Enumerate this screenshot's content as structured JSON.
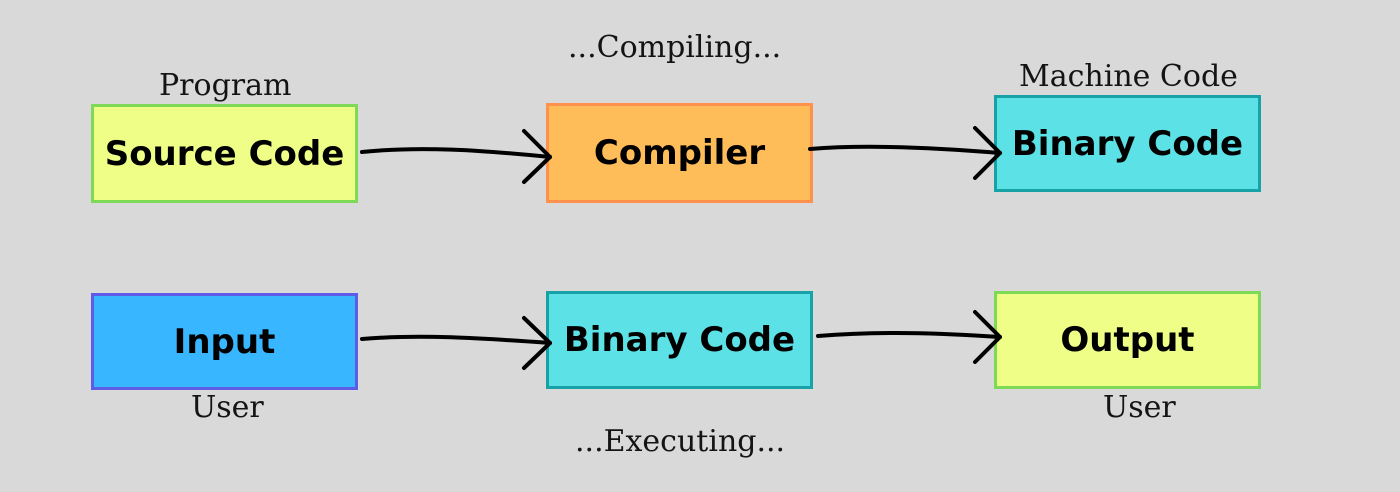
{
  "top_row": {
    "source": {
      "label": "Source Code",
      "caption": "Program",
      "fill": "#eefe86",
      "stroke": "#7ed957"
    },
    "compiler": {
      "label": "Compiler",
      "caption": "...Compiling...",
      "fill": "#ffbd59",
      "stroke": "#ff914d"
    },
    "binary": {
      "label": "Binary Code",
      "caption": "Machine Code",
      "fill": "#5ce1e6",
      "stroke": "#17a2a8"
    }
  },
  "bottom_row": {
    "input": {
      "label": "Input",
      "caption": "User",
      "fill": "#38b6ff",
      "stroke": "#5e5ce6"
    },
    "binary": {
      "label": "Binary Code",
      "caption": "...Executing...",
      "fill": "#5ce1e6",
      "stroke": "#17a2a8"
    },
    "output": {
      "label": "Output",
      "caption": "User",
      "fill": "#eefe86",
      "stroke": "#7ed957"
    }
  },
  "arrow_color": "#000000"
}
